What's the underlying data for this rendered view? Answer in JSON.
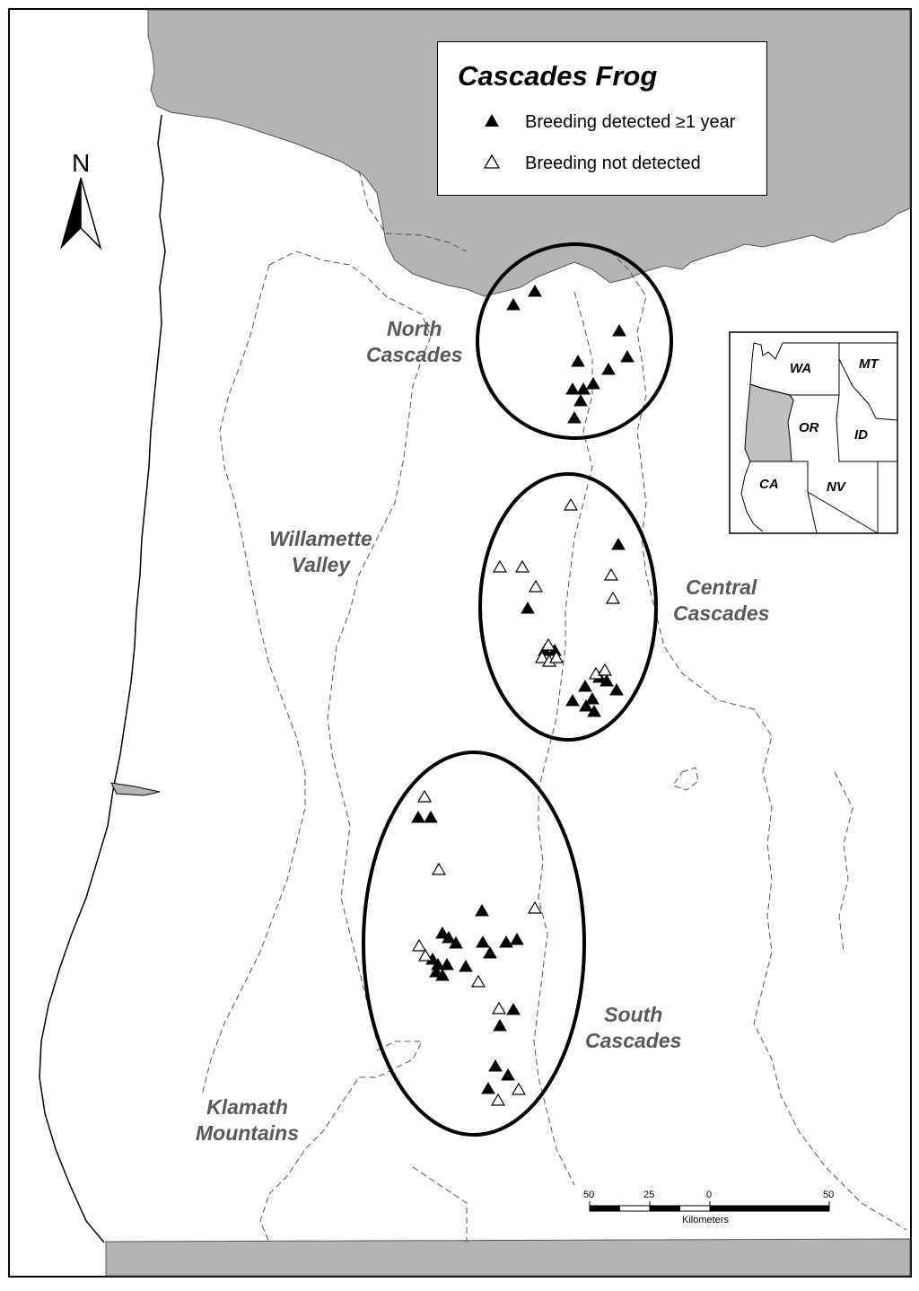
{
  "legend": {
    "title": "Cascades Frog",
    "detected_label": "Breeding detected ≥1 year",
    "not_detected_label": "Breeding not detected"
  },
  "north_arrow": {
    "label": "N"
  },
  "regions": {
    "north": [
      "North",
      "Cascades"
    ],
    "willamette": [
      "Willamette",
      "Valley"
    ],
    "central": [
      "Central",
      "Cascades"
    ],
    "south": [
      "South",
      "Cascades"
    ],
    "klamath": [
      "Klamath",
      "Mountains"
    ]
  },
  "inset": {
    "states": [
      "WA",
      "MT",
      "OR",
      "ID",
      "CA",
      "NV"
    ],
    "highlighted_state": "OR"
  },
  "scale_bar": {
    "ticks": [
      "50",
      "25",
      "0",
      "50"
    ],
    "unit": "Kilometers"
  },
  "colors": {
    "water": "#b4b4b4",
    "land": "#ffffff",
    "highlight": "#c0c0c0",
    "region_text": "#595959"
  }
}
